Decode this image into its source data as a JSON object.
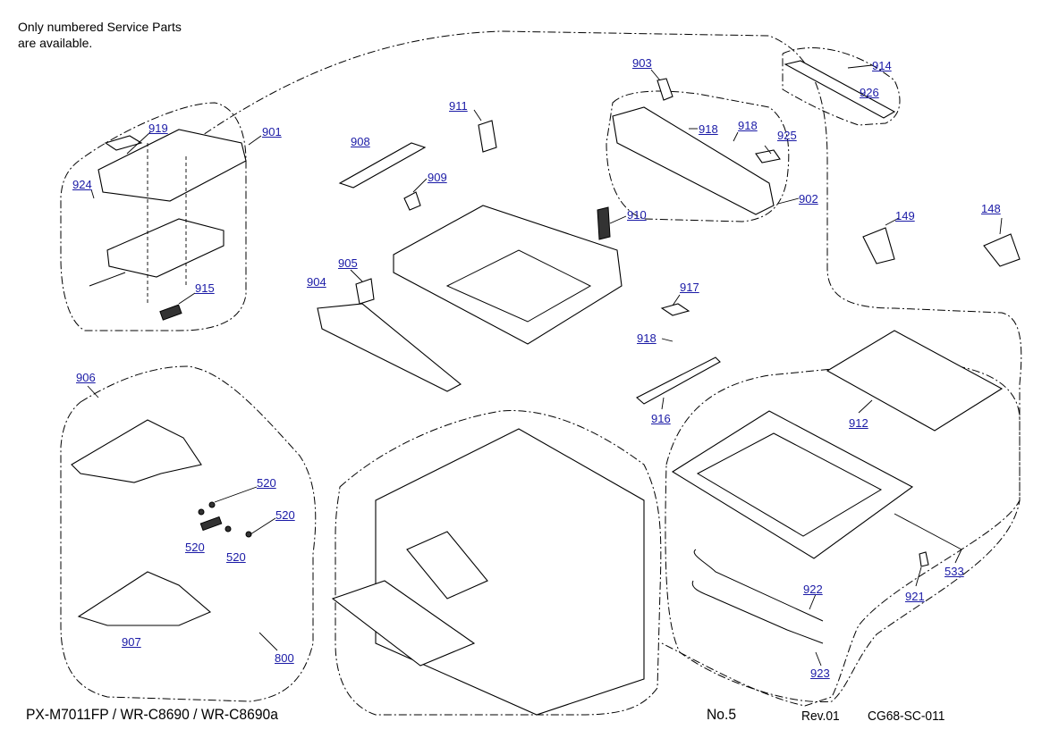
{
  "note": {
    "line1": "Only numbered Service Parts",
    "line2": "are available."
  },
  "parts": [
    {
      "number": "919"
    },
    {
      "number": "901"
    },
    {
      "number": "924"
    },
    {
      "number": "915"
    },
    {
      "number": "908"
    },
    {
      "number": "911"
    },
    {
      "number": "909"
    },
    {
      "number": "910"
    },
    {
      "number": "903"
    },
    {
      "number": "918"
    },
    {
      "number": "918"
    },
    {
      "number": "925"
    },
    {
      "number": "902"
    },
    {
      "number": "914"
    },
    {
      "number": "926"
    },
    {
      "number": "149"
    },
    {
      "number": "148"
    },
    {
      "number": "905"
    },
    {
      "number": "904"
    },
    {
      "number": "917"
    },
    {
      "number": "918"
    },
    {
      "number": "916"
    },
    {
      "number": "912"
    },
    {
      "number": "906"
    },
    {
      "number": "520"
    },
    {
      "number": "520"
    },
    {
      "number": "520"
    },
    {
      "number": "520"
    },
    {
      "number": "907"
    },
    {
      "number": "800"
    },
    {
      "number": "922"
    },
    {
      "number": "923"
    },
    {
      "number": "921"
    },
    {
      "number": "533"
    }
  ],
  "footer": {
    "model": "PX-M7011FP / WR-C8690 / WR-C8690a",
    "page": "No.5",
    "revision": "Rev.01",
    "code": "CG68-SC-011"
  },
  "colors": {
    "label_link": "#1a1aa6",
    "line": "#000000"
  }
}
